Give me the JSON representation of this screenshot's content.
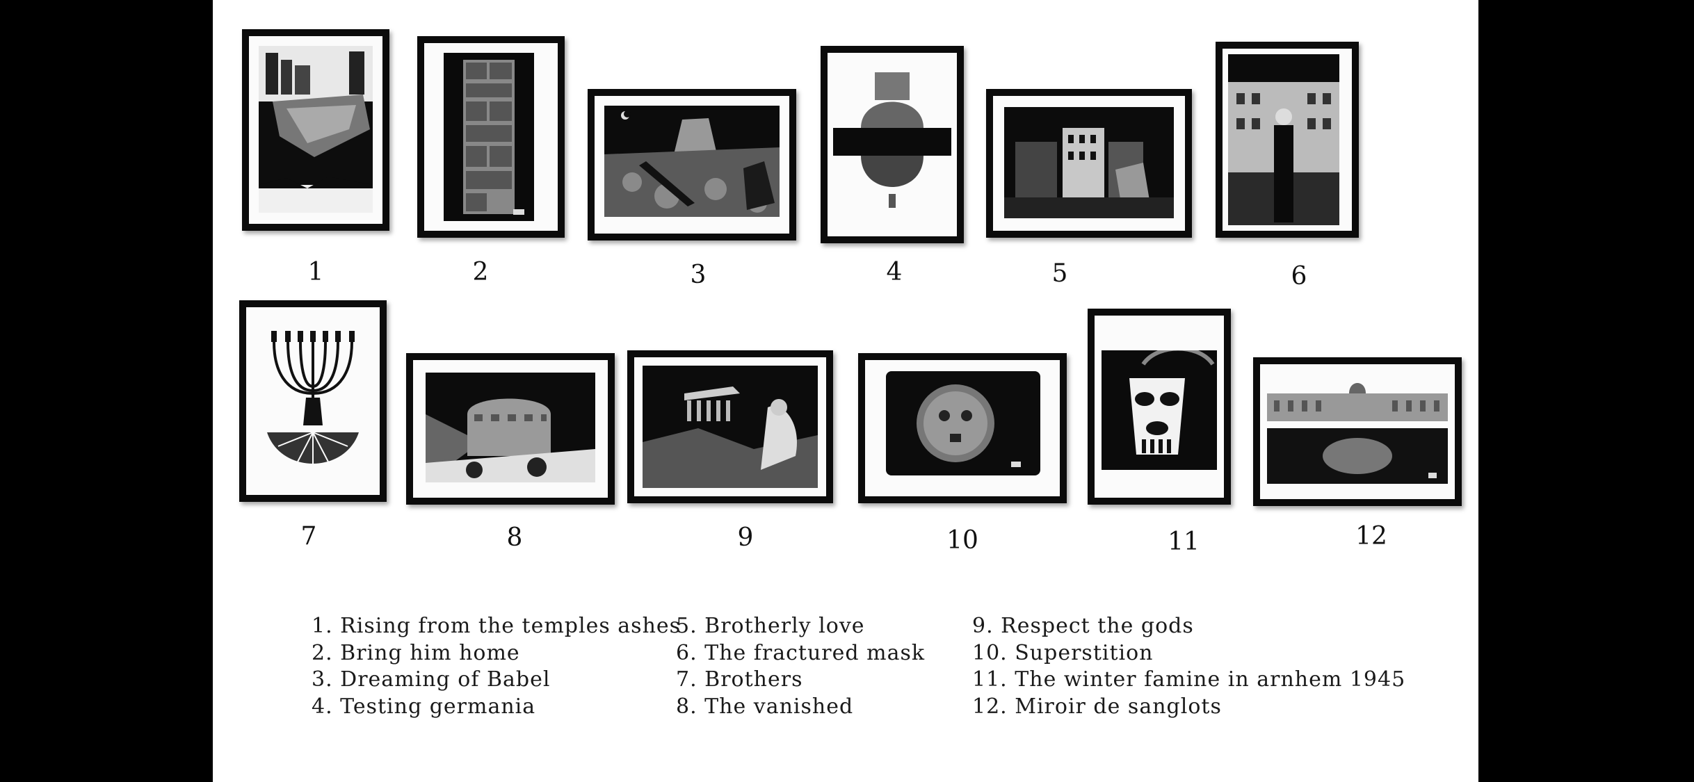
{
  "colors": {
    "background": "#000000",
    "sheet": "#ffffff",
    "frame": "#0b0b0b",
    "mat": "#fbfbfb",
    "ink": "#111111"
  },
  "artworks": [
    {
      "number": "1",
      "icon": "city-rock-artwork"
    },
    {
      "number": "2",
      "icon": "stone-wall-artwork"
    },
    {
      "number": "3",
      "icon": "babel-tower-artwork"
    },
    {
      "number": "4",
      "icon": "dome-reflection-artwork"
    },
    {
      "number": "5",
      "icon": "venice-canal-artwork"
    },
    {
      "number": "6",
      "icon": "man-in-front-of-building-artwork"
    },
    {
      "number": "7",
      "icon": "menorah-tree-artwork"
    },
    {
      "number": "8",
      "icon": "round-fortress-artwork"
    },
    {
      "number": "9",
      "icon": "parthenon-figure-artwork"
    },
    {
      "number": "10",
      "icon": "stone-face-disc-artwork"
    },
    {
      "number": "11",
      "icon": "bridge-skull-face-artwork"
    },
    {
      "number": "12",
      "icon": "palace-reflected-face-artwork"
    }
  ],
  "captions": {
    "col1": [
      "1. Rising from the temples ashes",
      "2. Bring him home",
      "3. Dreaming of Babel",
      "4. Testing germania"
    ],
    "col2": [
      "5. Brotherly love",
      "6. The fractured mask",
      "7.  Brothers",
      "8.  The vanished"
    ],
    "col3": [
      "9.  Respect the gods",
      "10. Superstition",
      "11. The winter famine in arnhem 1945",
      "12.  Miroir de sanglots"
    ]
  }
}
